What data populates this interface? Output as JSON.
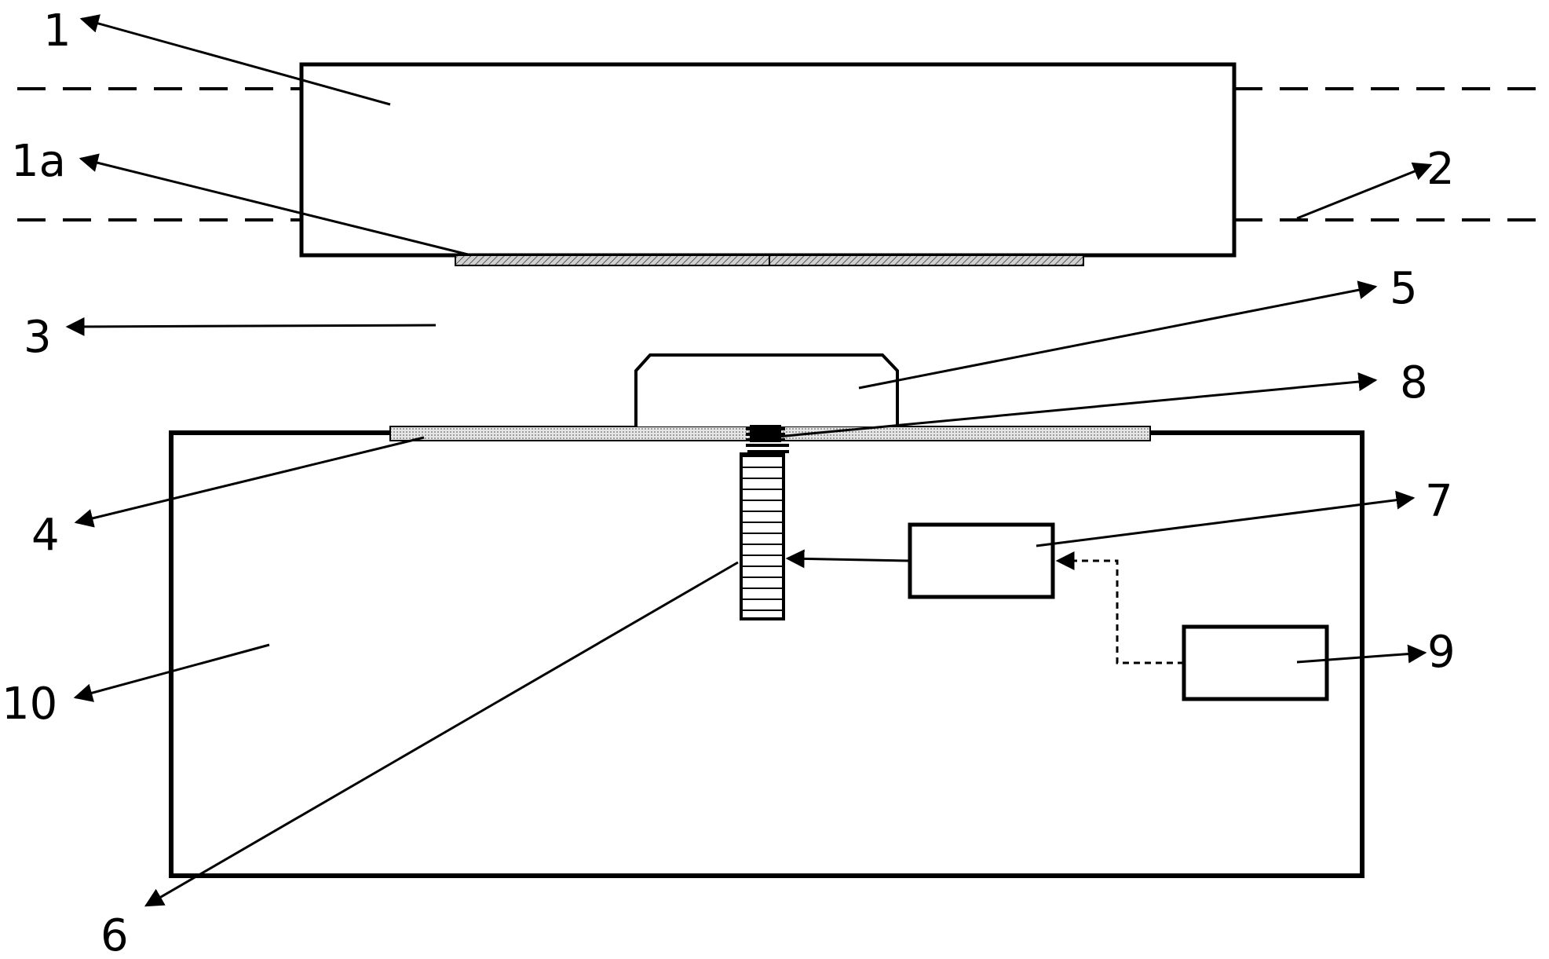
{
  "labels": {
    "l1": "1",
    "l1a": "1a",
    "l2": "2",
    "l3": "3",
    "l4": "4",
    "l5": "5",
    "l6": "6",
    "l7": "7",
    "l8": "8",
    "l9": "9",
    "l10": "10"
  },
  "colors": {
    "stroke": "#000000",
    "background": "#ffffff",
    "fill_hatch": "#bdbdbd",
    "fill_dots": "#d9d9d9"
  }
}
